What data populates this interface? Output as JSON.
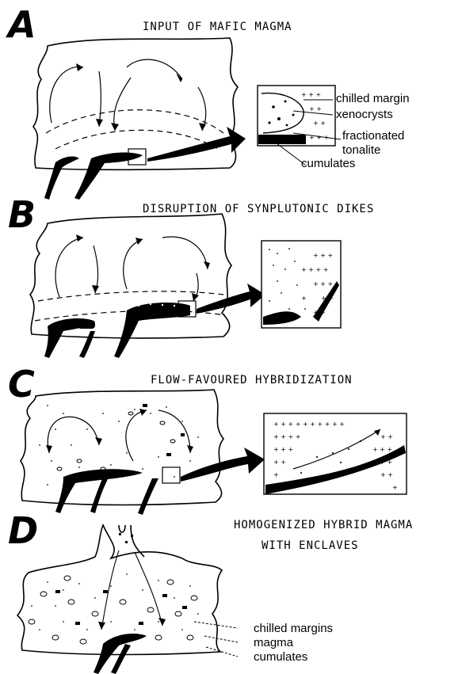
{
  "panels": [
    {
      "letter": "A",
      "title": "INPUT OF MAFIC MAGMA",
      "labels": [
        "chilled margin",
        "xenocrysts",
        "fractionated",
        "tonalite",
        "cumulates"
      ]
    },
    {
      "letter": "B",
      "title": "DISRUPTION OF SYNPLUTONIC DIKES",
      "labels": []
    },
    {
      "letter": "C",
      "title": "FLOW-FAVOURED HYBRIDIZATION",
      "labels": []
    },
    {
      "letter": "D",
      "title_line1": "HOMOGENIZED HYBRID MAGMA",
      "title_line2": "WITH    ENCLAVES",
      "labels": [
        "chilled margins",
        "magma",
        "cumulates"
      ]
    }
  ]
}
